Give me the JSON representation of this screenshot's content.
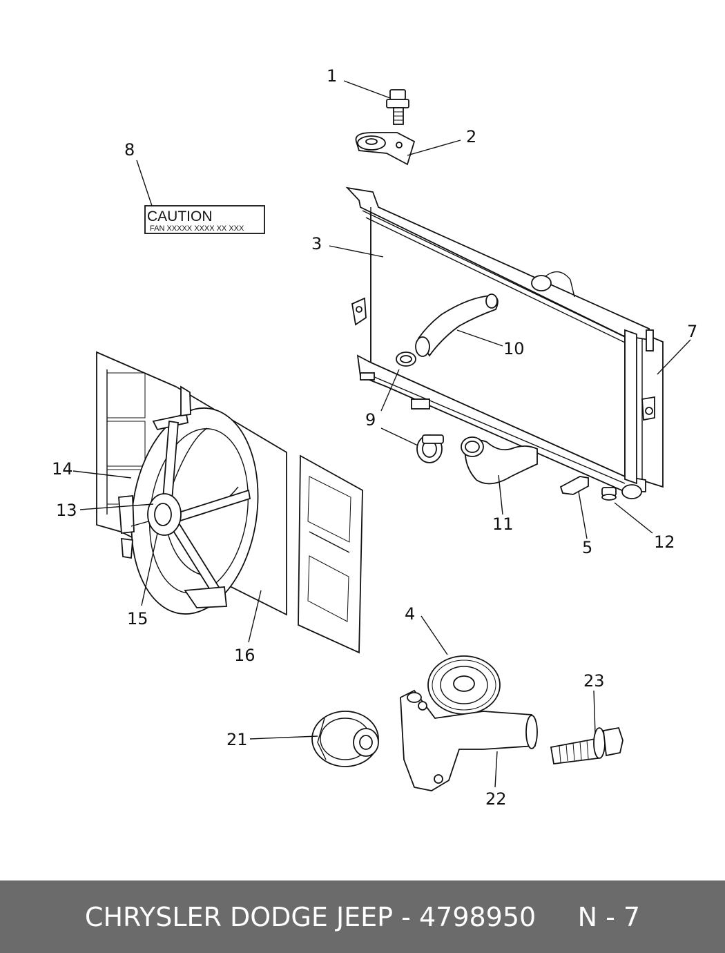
{
  "diagram": {
    "callouts": [
      "1",
      "2",
      "3",
      "4",
      "5",
      "7",
      "8",
      "9",
      "10",
      "11",
      "12",
      "13",
      "14",
      "15",
      "16",
      "21",
      "22",
      "23"
    ],
    "caution_label": {
      "heading": "CAUTION",
      "line": "FAN  XXXXX  XXXX  XX  XXX"
    }
  },
  "footer": {
    "text": "CHRYSLER DODGE JEEP - 4798950     N - 7",
    "background": "#6b6b6b",
    "color": "#ffffff"
  }
}
